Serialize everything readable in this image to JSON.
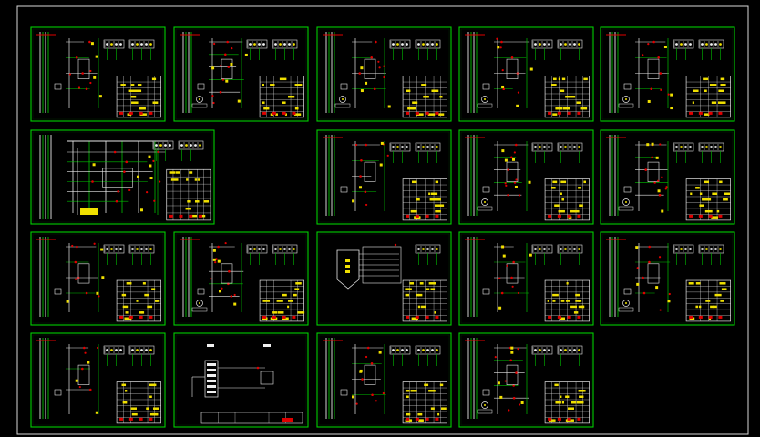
{
  "colors": {
    "background": "#000000",
    "outer_frame": "#d8d8d8",
    "sheet_border": "#00d000",
    "wire_white": "#e8e8e8",
    "wire_green": "#00c000",
    "symbol_red": "#e00000",
    "symbol_yellow": "#f0e000",
    "label_white": "#f0f0f0"
  },
  "sheets": [
    {
      "id": "sheet-r1c1",
      "style": "panel"
    },
    {
      "id": "sheet-r1c2",
      "style": "panel-complex"
    },
    {
      "id": "sheet-r1c3",
      "style": "panel-motor"
    },
    {
      "id": "sheet-r1c4",
      "style": "panel-motor"
    },
    {
      "id": "sheet-r1c5",
      "style": "panel-motor"
    },
    {
      "id": "sheet-r2c1",
      "style": "wide-busbar"
    },
    {
      "id": "sheet-r2c3",
      "style": "panel"
    },
    {
      "id": "sheet-r2c4",
      "style": "panel-complex"
    },
    {
      "id": "sheet-r2c5",
      "style": "panel-complex"
    },
    {
      "id": "sheet-r3c1",
      "style": "panel"
    },
    {
      "id": "sheet-r3c2",
      "style": "panel-complex"
    },
    {
      "id": "sheet-r3c3",
      "style": "hopper"
    },
    {
      "id": "sheet-r3c4",
      "style": "panel"
    },
    {
      "id": "sheet-r3c5",
      "style": "panel-motor"
    },
    {
      "id": "sheet-r4c1",
      "style": "panel-simple"
    },
    {
      "id": "sheet-r4c2",
      "style": "sparse-layout"
    },
    {
      "id": "sheet-r4c3",
      "style": "panel"
    },
    {
      "id": "sheet-r4c4",
      "style": "panel-complex"
    }
  ]
}
